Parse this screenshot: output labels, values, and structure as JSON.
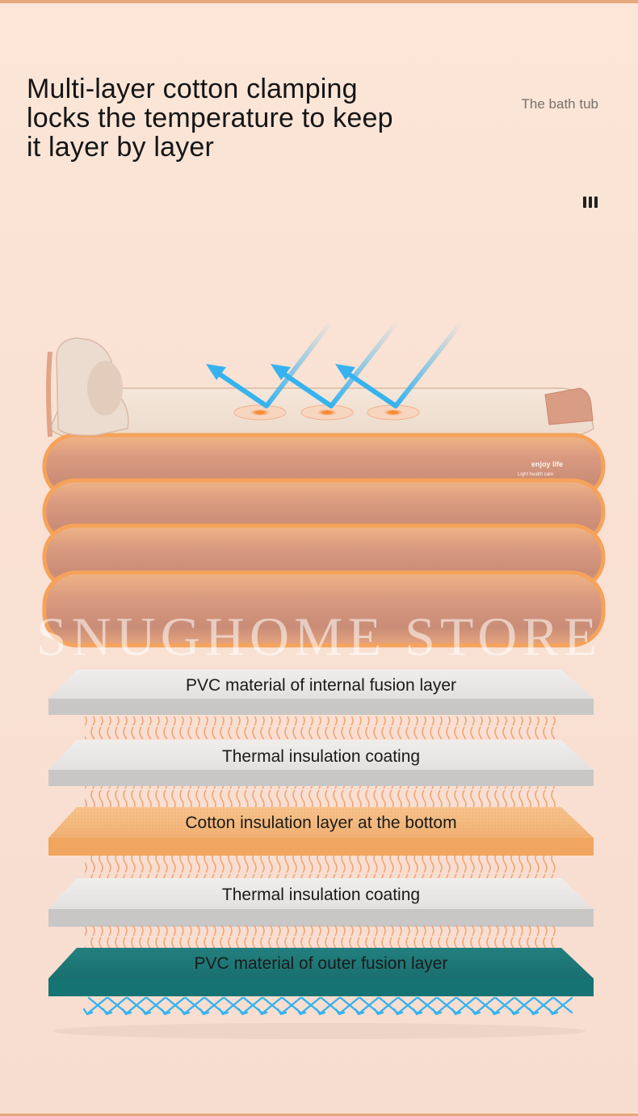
{
  "headline": {
    "lines": [
      "Multi-layer cotton clamping",
      "locks the temperature to keep",
      "it layer by layer"
    ]
  },
  "tag": "The bath tub",
  "tub_brand": {
    "title": "enjoy life",
    "subtitle": "Light health care"
  },
  "watermark": "SNUGHOME STORE",
  "layers": [
    {
      "label": "PVC material of internal fusion layer",
      "material": "pvc-inner",
      "color": "#e7e5e3"
    },
    {
      "label": "Thermal insulation coating",
      "material": "coating",
      "color": "#e8e6e4"
    },
    {
      "label": "Cotton insulation layer at the bottom",
      "material": "cotton",
      "color": "#f2b476"
    },
    {
      "label": "Thermal insulation coating",
      "material": "coating",
      "color": "#e8e6e4"
    },
    {
      "label": "PVC material of outer fusion layer",
      "material": "pvc-outer",
      "color": "#1f7f7e"
    }
  ],
  "colors": {
    "accent_orange": "#f4a35f",
    "arrow_blue": "#36b3ef",
    "heat_wave": "#f2a57a"
  },
  "icons": {
    "menu": "three-bars-icon",
    "reflect": "reflect-arrow-icon",
    "heat": "heat-wave-icon",
    "cold": "cold-arrow-icon"
  }
}
